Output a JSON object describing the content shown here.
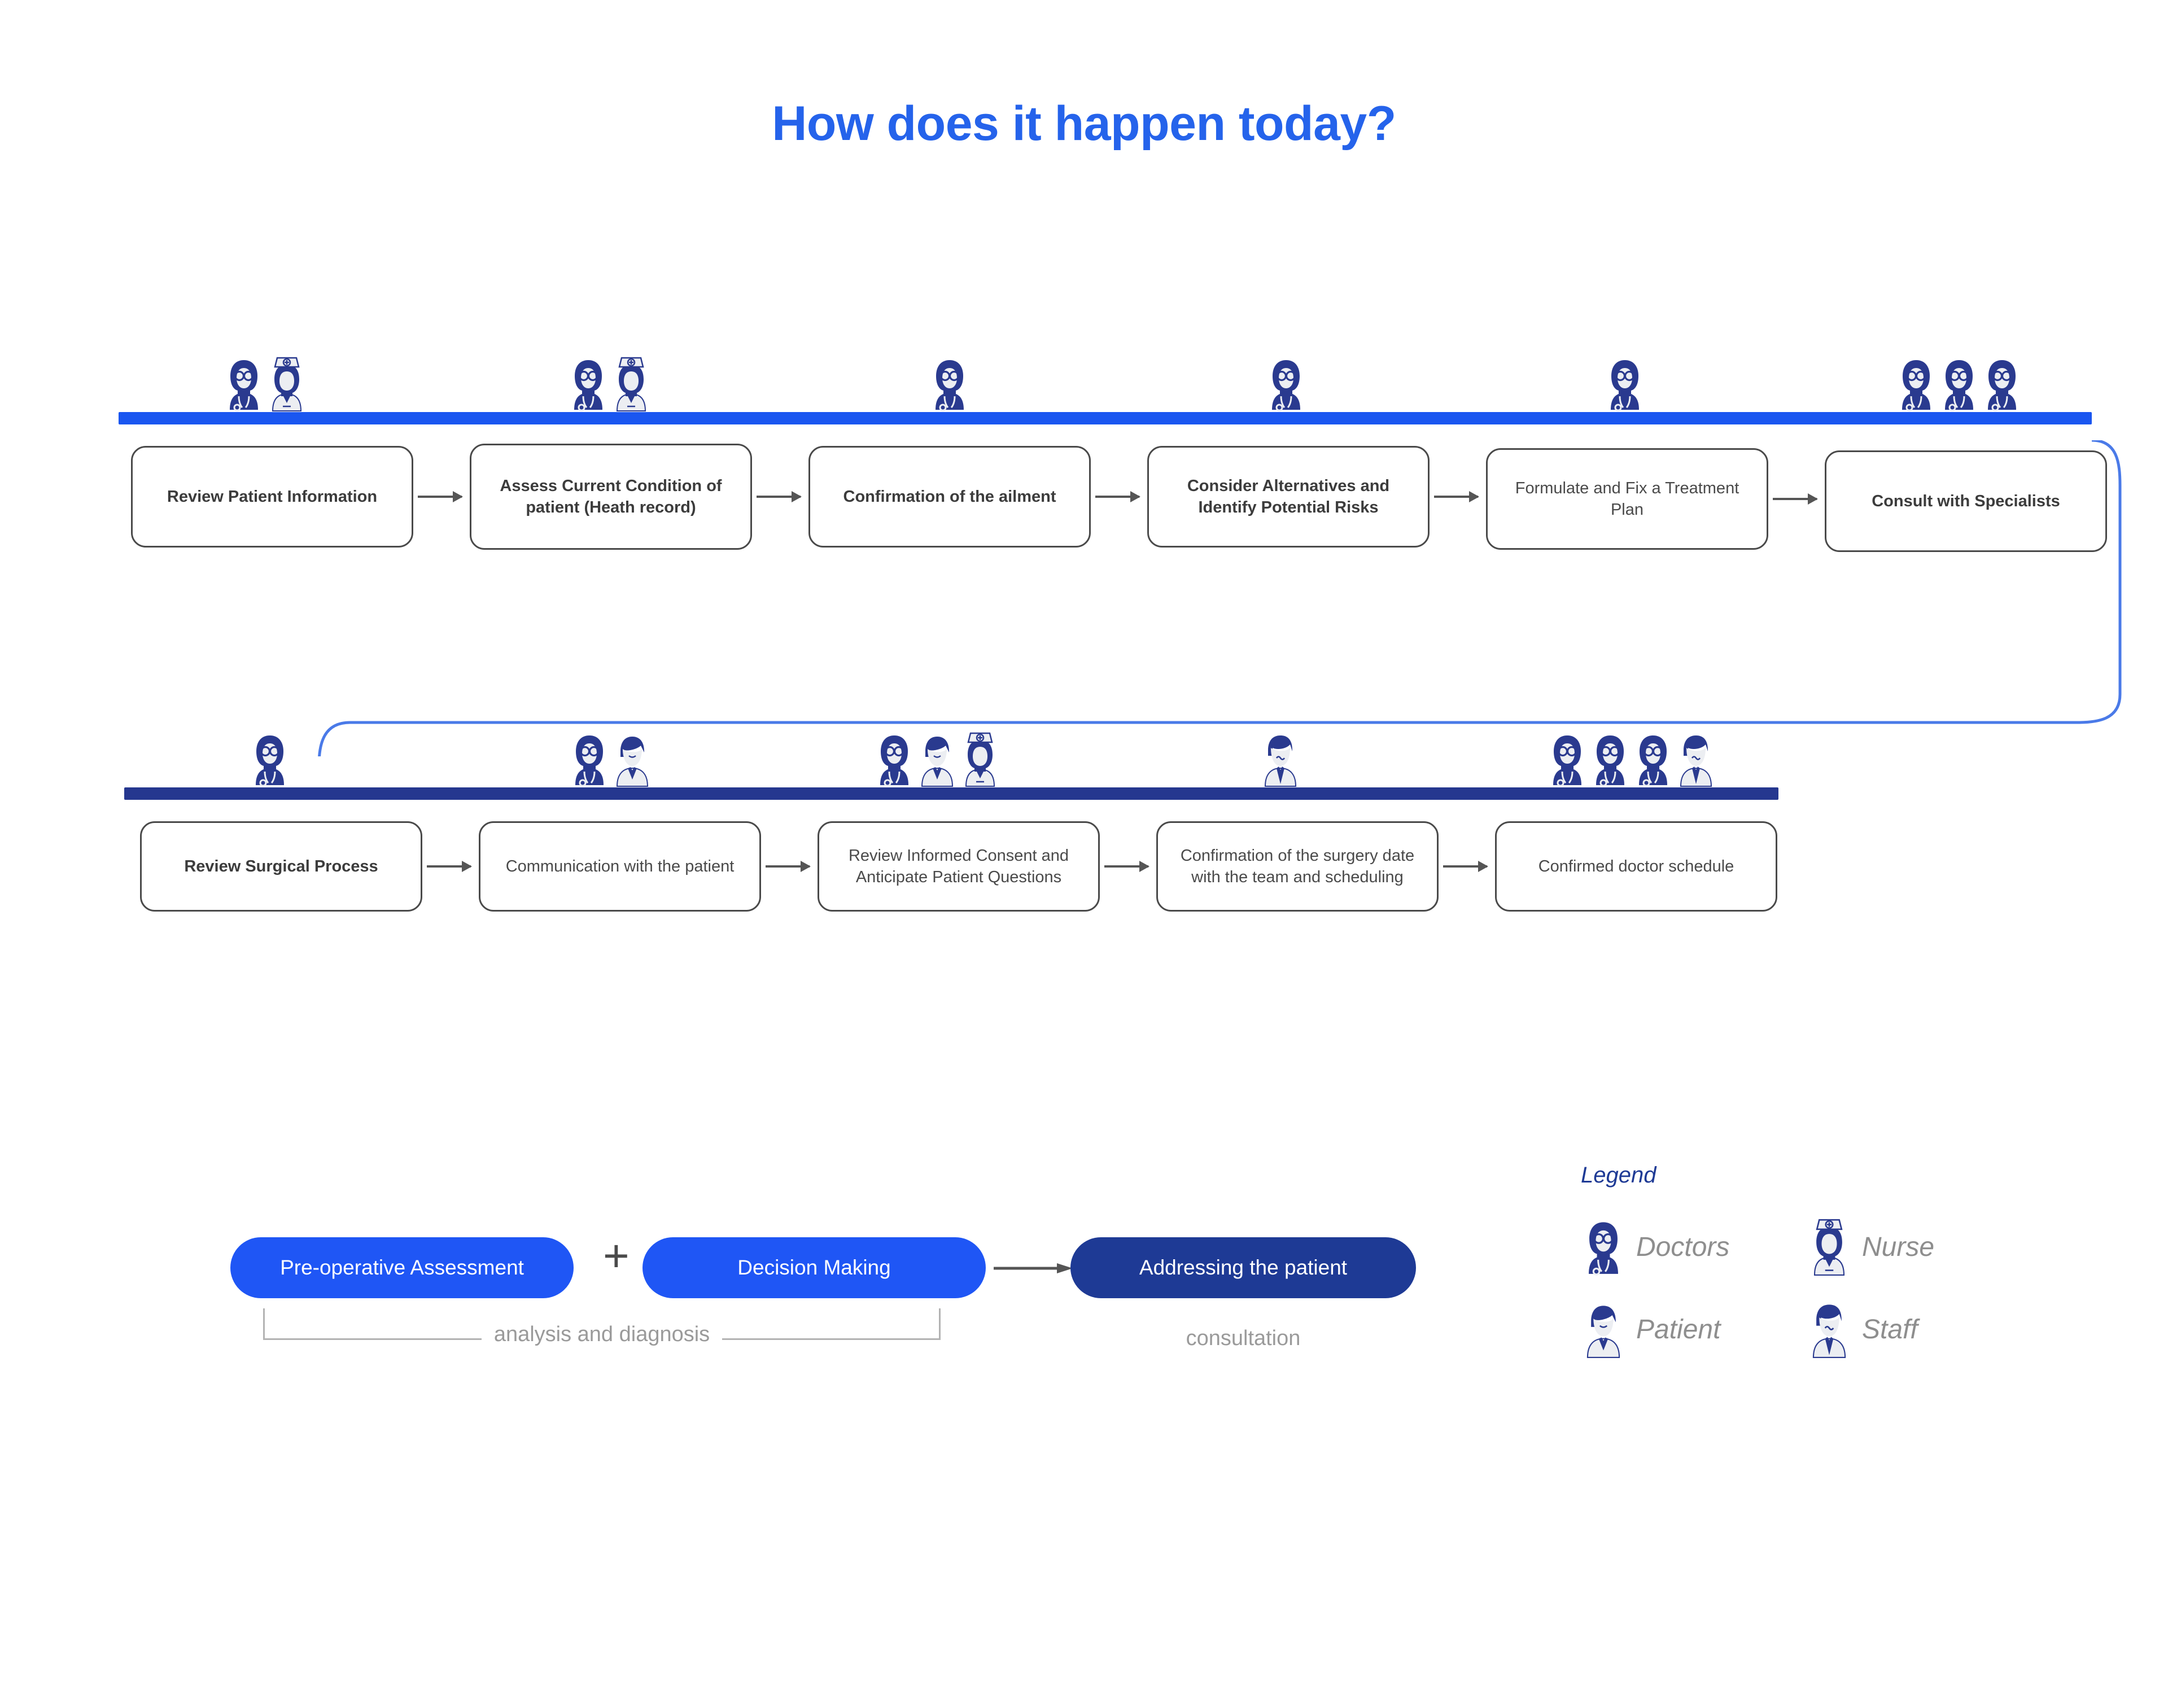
{
  "title": "How does it happen today?",
  "colors": {
    "title_blue": "#2563eb",
    "bar_row1": "#1a56f0",
    "bar_row2": "#25378f",
    "pill_light": "#1f56f5",
    "pill_dark": "#1e3a95",
    "box_border": "#4a4a4a",
    "icon_navy": "#2a3a8f",
    "connector_blue": "#4a7ae8",
    "caption_grey": "#9a9a9a"
  },
  "rows": [
    {
      "id": "row-1",
      "bar_color": "#1a56f0",
      "steps": [
        {
          "label": "Review Patient Information",
          "bold": true,
          "actors": [
            "doctor",
            "nurse"
          ]
        },
        {
          "label": "Assess Current Condition of patient (Heath record)",
          "bold": true,
          "actors": [
            "doctor",
            "nurse"
          ]
        },
        {
          "label": "Confirmation of the ailment",
          "bold": true,
          "actors": [
            "doctor"
          ]
        },
        {
          "label": "Consider Alternatives and Identify Potential Risks",
          "bold": true,
          "actors": [
            "doctor"
          ]
        },
        {
          "label": "Formulate and Fix a Treatment Plan",
          "bold": false,
          "actors": [
            "doctor"
          ]
        },
        {
          "label": "Consult with Specialists",
          "bold": true,
          "actors": [
            "doctor",
            "doctor",
            "doctor"
          ]
        }
      ]
    },
    {
      "id": "row-2",
      "bar_color": "#25378f",
      "steps": [
        {
          "label": "Review Surgical Process",
          "bold": true,
          "actors": [
            "doctor"
          ]
        },
        {
          "label": "Communication with the patient",
          "bold": false,
          "actors": [
            "doctor",
            "patient"
          ]
        },
        {
          "label": "Review Informed Consent and Anticipate Patient Questions",
          "bold": false,
          "actors": [
            "doctor",
            "patient",
            "nurse"
          ]
        },
        {
          "label": "Confirmation of the surgery date with the team and scheduling",
          "bold": false,
          "actors": [
            "staff"
          ]
        },
        {
          "label": "Confirmed doctor schedule",
          "bold": false,
          "actors": [
            "doctor",
            "doctor",
            "doctor",
            "staff"
          ]
        }
      ]
    }
  ],
  "summary": {
    "pills": [
      {
        "label": "Pre-operative Assessment",
        "style": "light"
      },
      {
        "label": "Decision Making",
        "style": "light"
      },
      {
        "label": "Addressing the patient",
        "style": "dark"
      }
    ],
    "plus": "+",
    "bracket_label": "analysis and diagnosis",
    "consultation_label": "consultation"
  },
  "legend": {
    "title": "Legend",
    "items": [
      {
        "icon": "doctor-icon",
        "label": "Doctors"
      },
      {
        "icon": "nurse-icon",
        "label": "Nurse"
      },
      {
        "icon": "patient-icon",
        "label": "Patient"
      },
      {
        "icon": "staff-icon",
        "label": "Staff"
      }
    ]
  }
}
